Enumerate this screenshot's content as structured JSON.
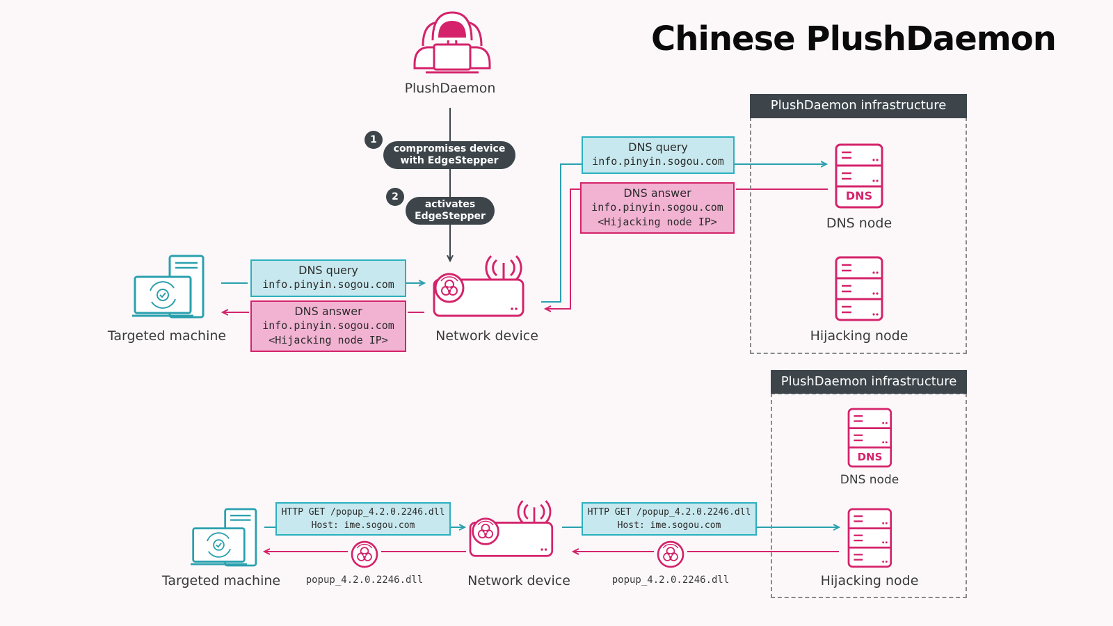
{
  "title": "Chinese PlushDaemon",
  "actor": {
    "label": "PlushDaemon"
  },
  "steps": [
    {
      "number": "1",
      "line1": "compromises device",
      "line2": "with EdgeStepper"
    },
    {
      "number": "2",
      "line1": "activates",
      "line2": "EdgeStepper"
    }
  ],
  "top": {
    "targeted_machine": "Targeted machine",
    "network_device": "Network device",
    "left_query": {
      "title": "DNS query",
      "domain": "info.pinyin.sogou.com"
    },
    "left_answer": {
      "title": "DNS answer",
      "domain": "info.pinyin.sogou.com",
      "ip": "<Hijacking node IP>"
    },
    "right_query": {
      "title": "DNS query",
      "domain": "info.pinyin.sogou.com"
    },
    "right_answer": {
      "title": "DNS answer",
      "domain": "info.pinyin.sogou.com",
      "ip": "<Hijacking node IP>"
    },
    "infra": {
      "header": "PlushDaemon infrastructure",
      "dns_node": "DNS node",
      "dns_badge": "DNS",
      "hijacking_node": "Hijacking node"
    }
  },
  "bottom": {
    "targeted_machine": "Targeted machine",
    "network_device": "Network device",
    "left_request": {
      "line1": "HTTP GET /popup_4.2.0.2246.dll",
      "line2": "Host: ime.sogou.com"
    },
    "right_request": {
      "line1": "HTTP GET /popup_4.2.0.2246.dll",
      "line2": "Host: ime.sogou.com"
    },
    "left_payload": "popup_4.2.0.2246.dll",
    "right_payload": "popup_4.2.0.2246.dll",
    "infra": {
      "header": "PlushDaemon infrastructure",
      "dns_node": "DNS node",
      "dns_badge": "DNS",
      "hijacking_node": "Hijacking node"
    }
  },
  "colors": {
    "teal": "#2aa0ae",
    "pink": "#d4236b",
    "dark": "#3d454b"
  }
}
